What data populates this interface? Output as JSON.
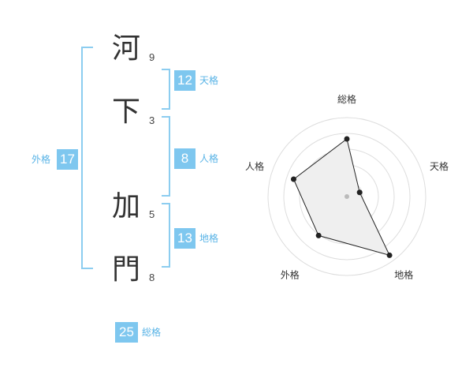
{
  "name": {
    "chars": [
      {
        "char": "河",
        "strokes": "9"
      },
      {
        "char": "下",
        "strokes": "3"
      },
      {
        "char": "加",
        "strokes": "5"
      },
      {
        "char": "門",
        "strokes": "8"
      }
    ]
  },
  "kaku": {
    "tenkaku": {
      "label": "天格",
      "value": "12"
    },
    "jinkaku": {
      "label": "人格",
      "value": "8"
    },
    "chikaku": {
      "label": "地格",
      "value": "13"
    },
    "gaikaku": {
      "label": "外格",
      "value": "17"
    },
    "soukaku": {
      "label": "総格",
      "value": "25"
    }
  },
  "colors": {
    "accent": "#7ec7ef",
    "label": "#58b3e6",
    "bracket": "#8ccdf0",
    "radar_fill": "#efefef",
    "radar_ring": "#dddddd"
  },
  "chart_data": {
    "type": "radar",
    "axes": [
      "総格",
      "天格",
      "地格",
      "外格",
      "人格"
    ],
    "values": [
      0.73,
      0.17,
      0.92,
      0.61,
      0.71
    ],
    "range": [
      0,
      1
    ]
  }
}
